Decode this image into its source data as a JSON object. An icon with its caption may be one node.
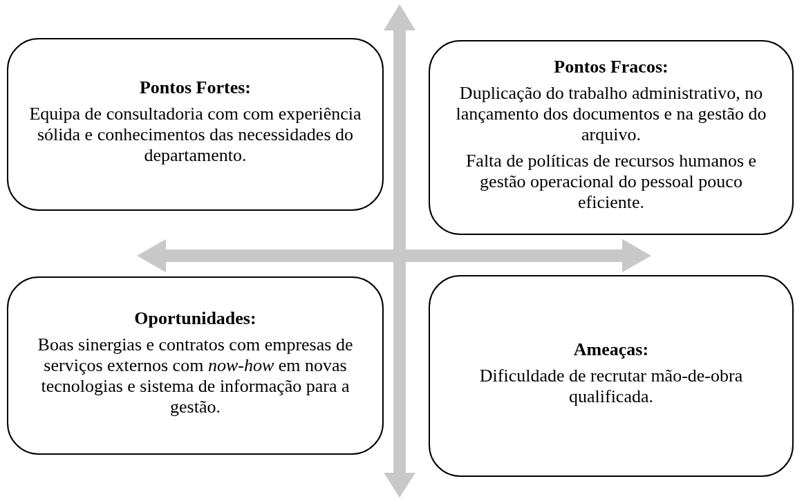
{
  "diagram": {
    "nodes": [
      {
        "text": [
          "**Pontos Fortes**:",
          "Equipa de consultadoria com com experiência sólida e conhecimentos das necessidades do departamento."
        ]
      },
      {
        "text": [
          "Pontos Fracos:",
          "Duplicação do trabalho administrativo, no lançamento dos documentos e na gestão do arquivo.",
          "Falta de políticas de recursos humanos e gestão operacional do pessoal pouco eficiente."
        ]
      },
      {
        "text": [
          "Oportunidades:",
          "Boas sinergias e contratos com empresas de serviços externos com *now-how* em novas tecnologias e sistema de informação para a gestão."
        ]
      },
      {
        "text": [
          "Ameaças:",
          "Dificuldade de recrutar mão-de-obra qualificada."
        ]
      }
    ]
  }
}
